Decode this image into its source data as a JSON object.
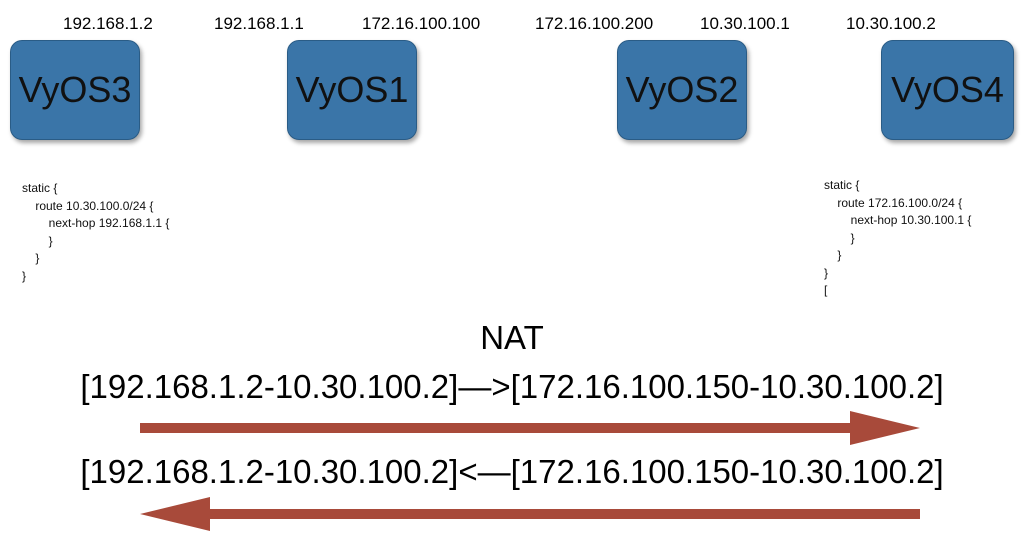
{
  "colors": {
    "node_fill": "#3a75a8",
    "arrow": "#a84a3a"
  },
  "ip_labels": [
    "192.168.1.2",
    "192.168.1.1",
    "172.16.100.100",
    "172.16.100.200",
    "10.30.100.1",
    "10.30.100.2"
  ],
  "nodes": [
    "VyOS3",
    "VyOS1",
    "VyOS2",
    "VyOS4"
  ],
  "config_left": "static {\n    route 10.30.100.0/24 {\n        next-hop 192.168.1.1 {\n        }\n    }\n}",
  "config_right": "static {\n    route 172.16.100.0/24 {\n        next-hop 10.30.100.1 {\n        }\n    }\n}\n[",
  "nat": {
    "title": "NAT",
    "forward": "[192.168.1.2-10.30.100.2]—>[172.16.100.150-10.30.100.2]",
    "reverse": "[192.168.1.2-10.30.100.2]<—[172.16.100.150-10.30.100.2]"
  }
}
